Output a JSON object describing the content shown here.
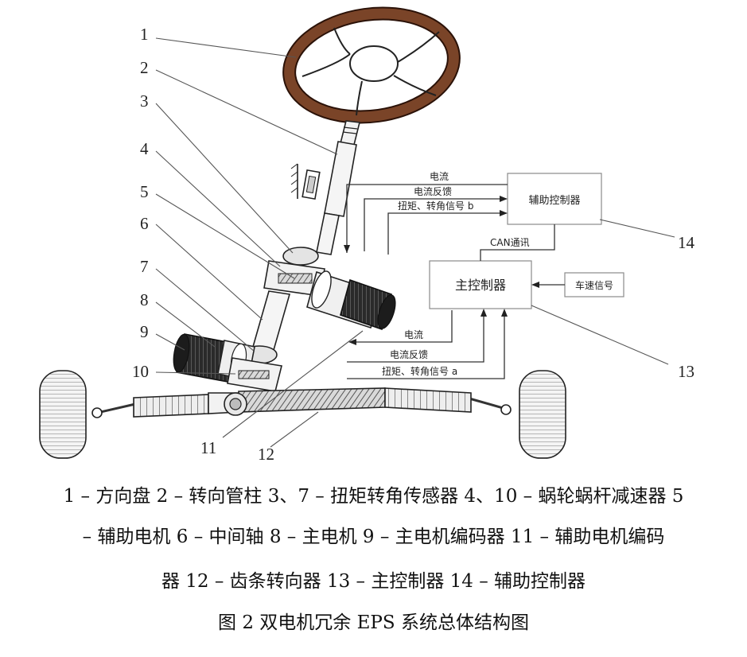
{
  "callouts": {
    "n1": "1",
    "n2": "2",
    "n3": "3",
    "n4": "4",
    "n5": "5",
    "n6": "6",
    "n7": "7",
    "n8": "8",
    "n9": "9",
    "n10": "10",
    "n11": "11",
    "n12": "12",
    "n13": "13",
    "n14": "14"
  },
  "boxes": {
    "aux_controller": "辅助控制器",
    "main_controller": "主控制器",
    "vehicle_speed": "车速信号"
  },
  "signals": {
    "current_b": "电流",
    "feedback_b": "电流反馈",
    "torque_b": "扭矩、转角信号 b",
    "can": "CAN通讯",
    "current_a": "电流",
    "feedback_a": "电流反馈",
    "torque_a": "扭矩、转角信号 a"
  },
  "legend": {
    "line1": "1 – 方向盘  2 – 转向管柱  3、7 – 扭矩转角传感器  4、10 – 蜗轮蜗杆减速器  5",
    "line2": "– 辅助电机  6 – 中间轴    8 – 主电机  9 – 主电机编码器  11 – 辅助电机编码",
    "line3": "器  12 – 齿条转向器  13 – 主控制器  14 – 辅助控制器"
  },
  "figure_title": "图 2  双电机冗余 EPS 系统总体结构图",
  "colors": {
    "wheel_rim": "#6b3a22",
    "wheel_rim_dark": "#2b1208",
    "line": "#333333",
    "box_border": "#8a8a8a",
    "motor_dark": "#1c1c1c"
  }
}
